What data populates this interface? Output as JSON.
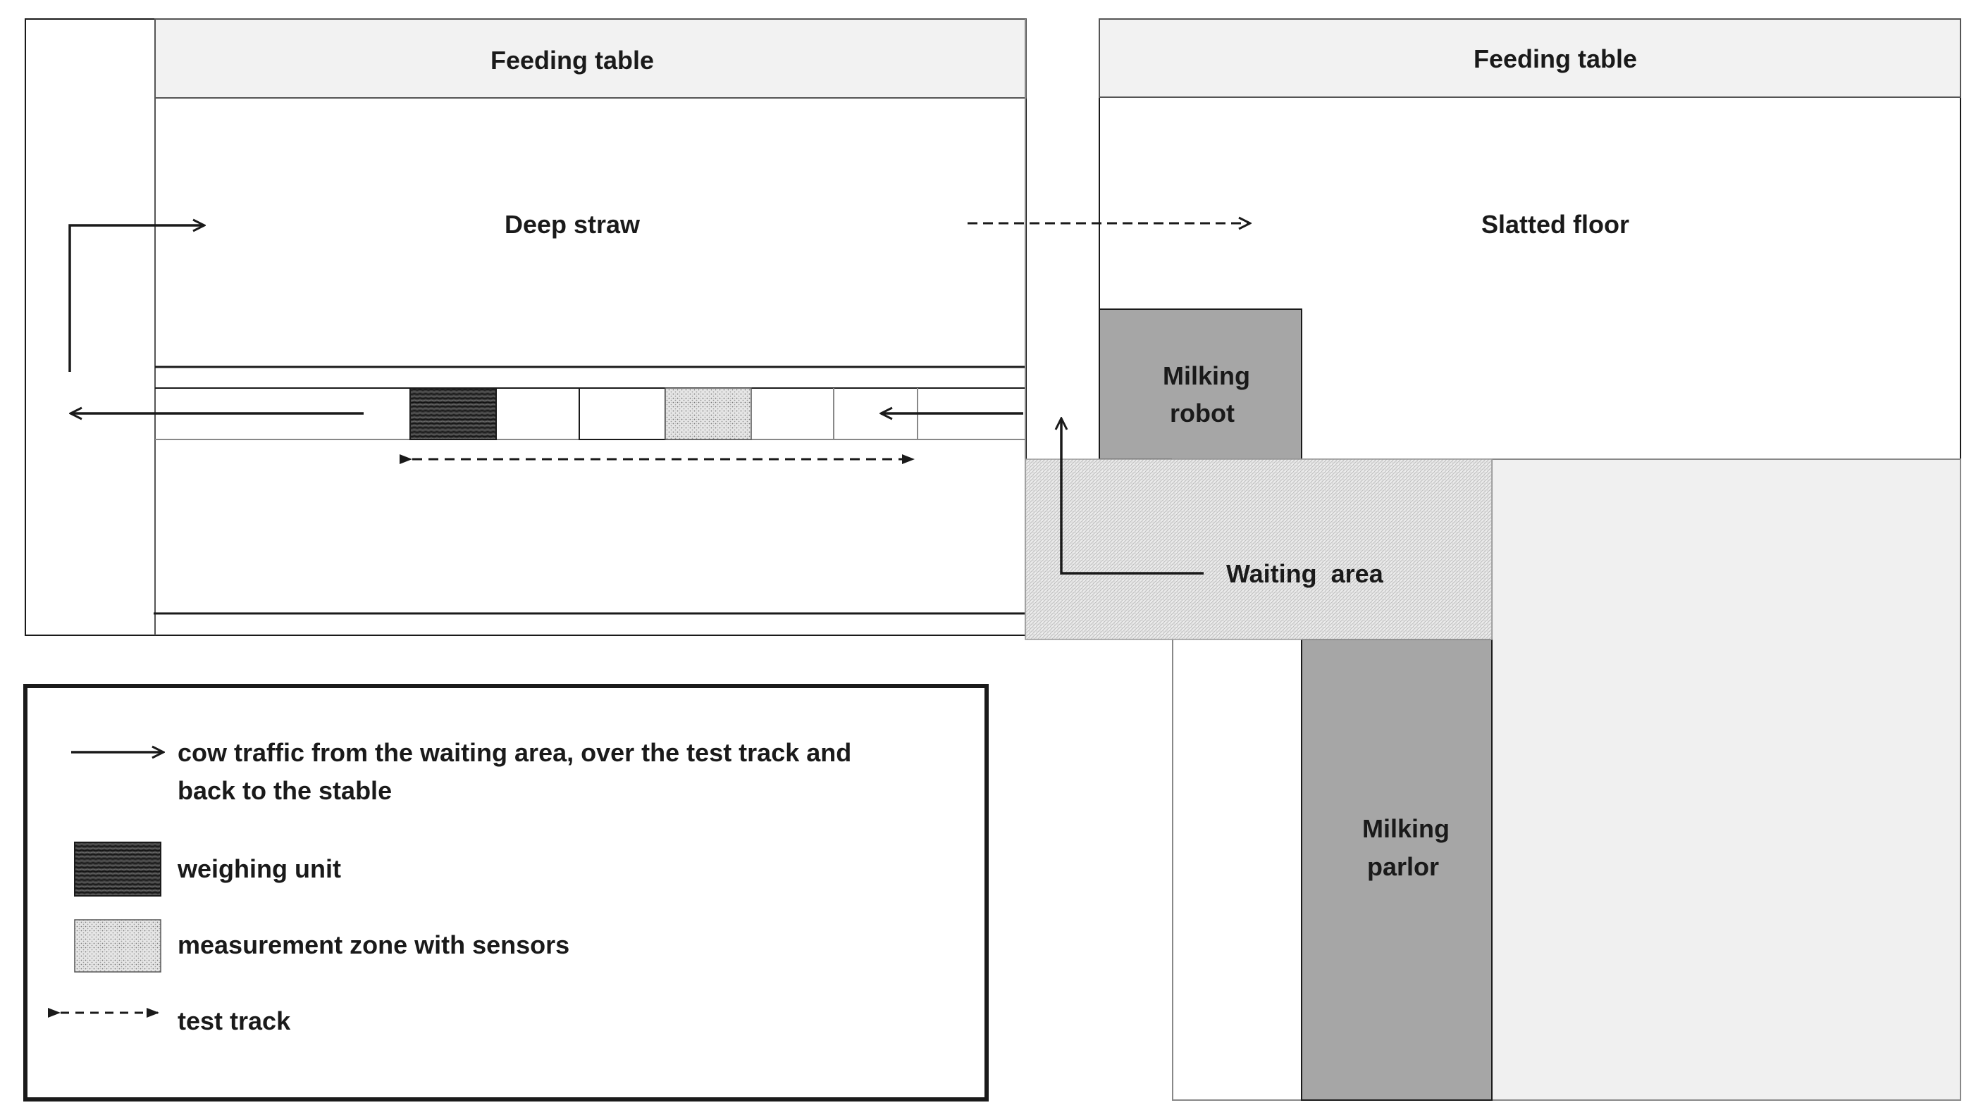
{
  "labels": {
    "feeding_table_left": "Feeding table",
    "feeding_table_right": "Feeding table",
    "deep_straw": "Deep straw",
    "slatted_floor": "Slatted floor",
    "milking_robot_line1": "Milking",
    "milking_robot_line2": "robot",
    "waiting_area": "Waiting  area",
    "milking_parlor_line1": "Milking",
    "milking_parlor_line2": "parlor"
  },
  "legend": {
    "cow_traffic_line1": "cow traffic from the waiting area, over the test track and",
    "cow_traffic_line2": "back to the stable",
    "weighing_unit": "weighing unit",
    "measurement_zone": "measurement zone with sensors",
    "test_track": "test track"
  },
  "colors": {
    "line": "#1a1a1a",
    "header_fill": "#f2f2f2",
    "dark_gray": "#a6a6a6",
    "light_gray": "#f0f0f0",
    "weighing_dark": "#2b2b2b"
  }
}
